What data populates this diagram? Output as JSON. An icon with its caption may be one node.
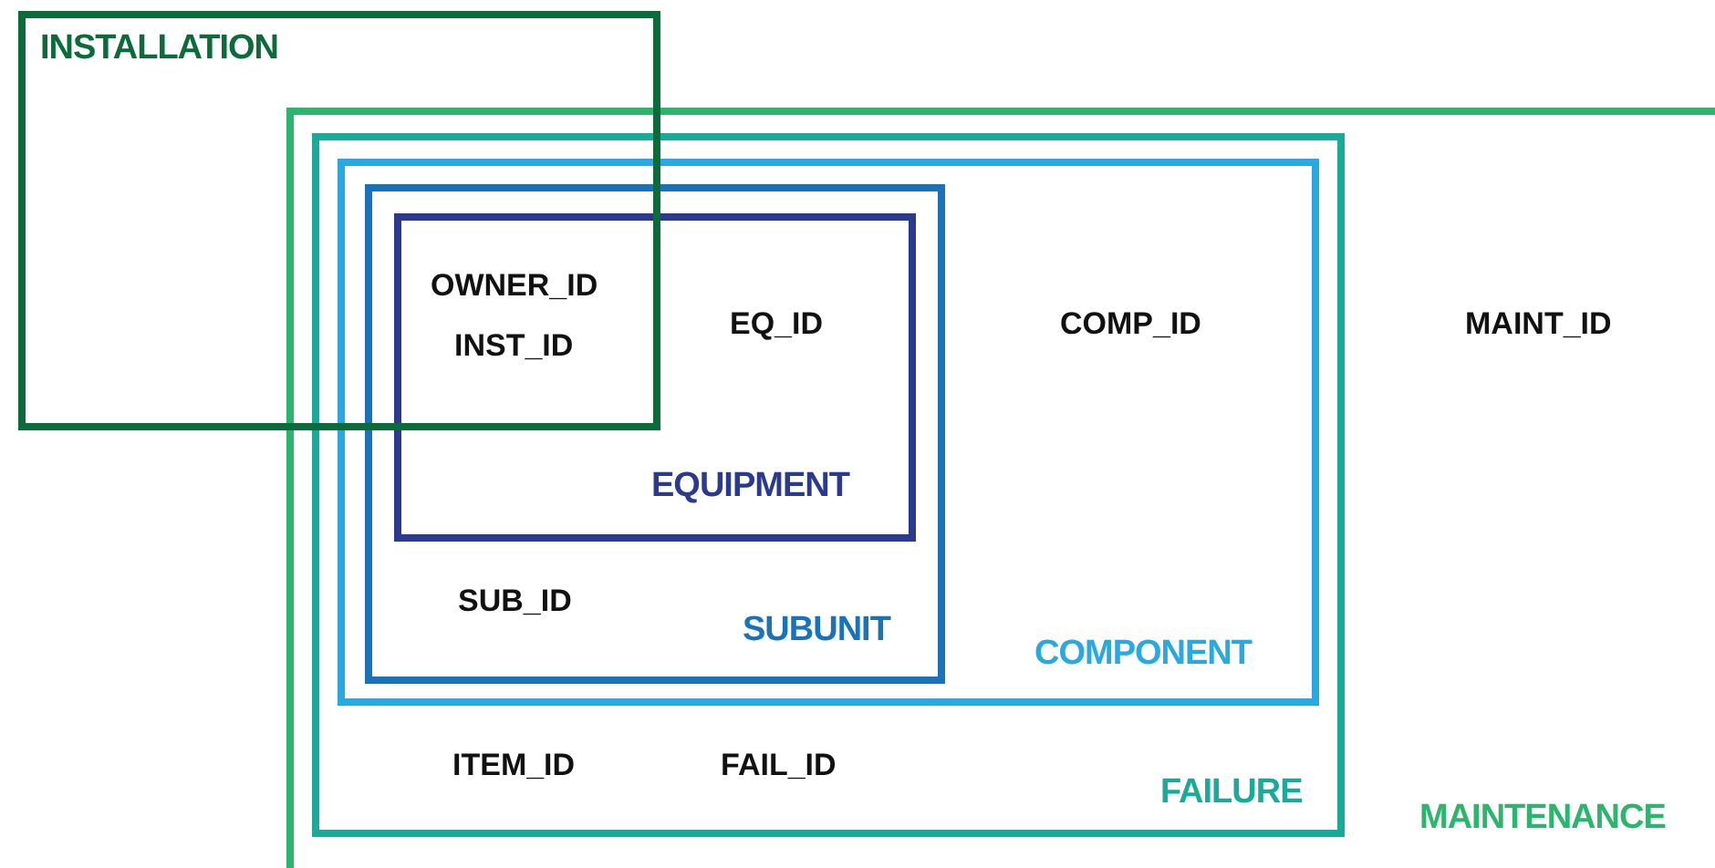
{
  "diagram": {
    "nodes": [
      {
        "text": [
          "INSTALLATION"
        ]
      },
      {
        "text": [
          "MAINT_ID",
          "MAINTENANCE"
        ]
      },
      {
        "text": [
          "ITEM_ID",
          "FAIL_ID",
          "FAILURE"
        ],
        "in": 1
      },
      {
        "text": [
          "COMP_ID",
          "COMPONENT"
        ],
        "in": 2
      },
      {
        "text": [
          "SUB_ID",
          "SUBUNIT"
        ],
        "in": 3
      },
      {
        "text": [
          "EQ_ID",
          "EQUIPMENT"
        ],
        "in": 4
      }
    ],
    "edges": [],
    "labels": [
      "OWNER_ID",
      "INST_ID"
    ]
  }
}
